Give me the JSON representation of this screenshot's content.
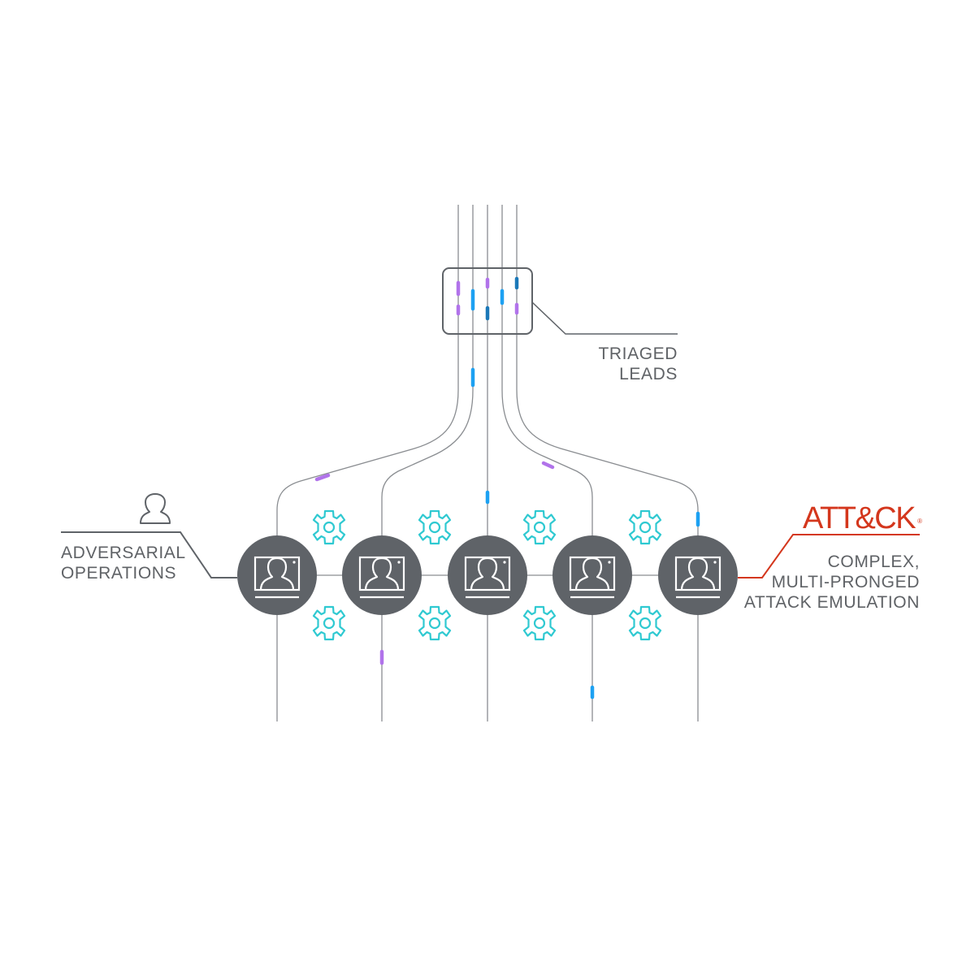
{
  "labels": {
    "triaged": [
      "TRIAGED",
      "LEADS"
    ],
    "adversarial": [
      "ADVERSARIAL",
      "OPERATIONS"
    ],
    "attack_brand": "ATT&CK",
    "attack_reg": "®",
    "complex": [
      "COMPLEX,",
      "MULTI-PRONGED",
      "ATTACK EMULATION"
    ]
  },
  "nodes": [
    {
      "name": "analyst-node-1"
    },
    {
      "name": "analyst-node-2"
    },
    {
      "name": "analyst-node-3"
    },
    {
      "name": "analyst-node-4"
    },
    {
      "name": "analyst-node-5"
    }
  ],
  "icons": {
    "node": "analyst-monitor-icon",
    "gear": "gear-icon",
    "person": "person-icon"
  },
  "colors": {
    "line": "#8a8d91",
    "node": "#5f6368",
    "gear": "#2fc9d1",
    "purple": "#b173ea",
    "blue": "#1da1f2",
    "navy": "#1b78b8",
    "brand": "#d4371d",
    "text": "#5f6266"
  }
}
